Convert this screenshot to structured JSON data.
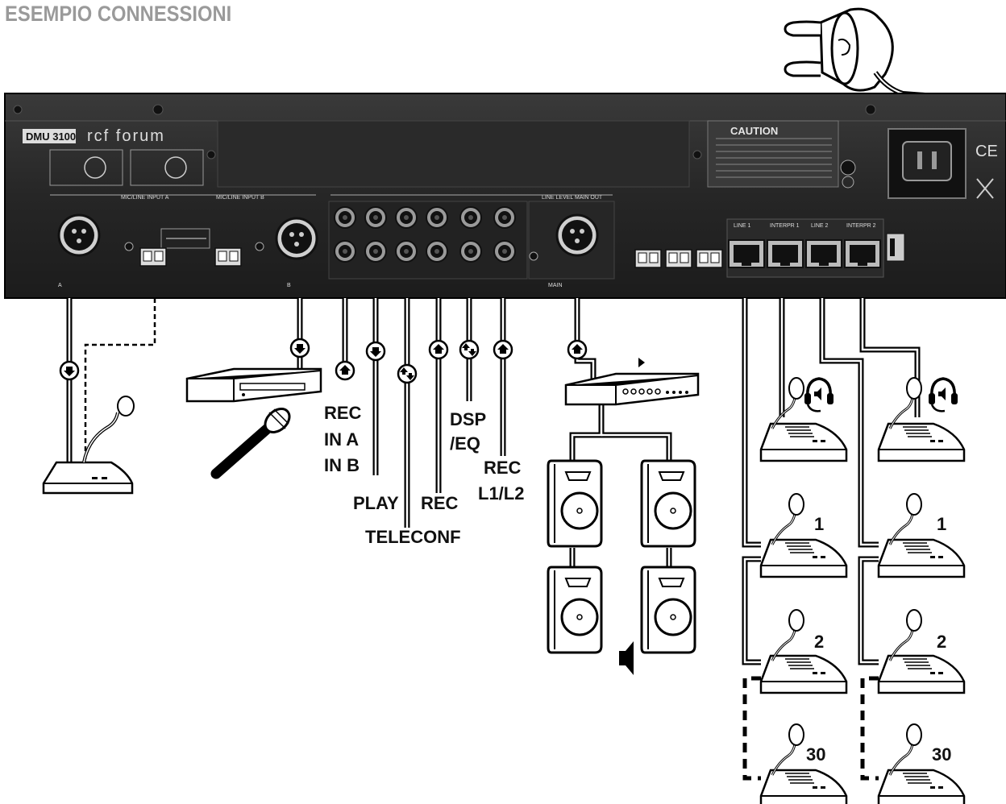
{
  "title": "ESEMPIO CONNESSIONI",
  "panel": {
    "model": "DMU 3100",
    "brand": "rcf forum",
    "caution": "CAUTION",
    "mic_line_input_a": "MIC/LINE INPUT A",
    "mic_line_input_b": "MIC/LINE INPUT B",
    "input_a_letter": "A",
    "input_b_letter": "B",
    "line_level_main_out": "LINE LEVEL MAIN OUT",
    "main": "MAIN",
    "line1": "LINE 1",
    "interpr1": "INTERPR 1",
    "line2": "LINE 2",
    "interpr2": "INTERPR 2",
    "ce_mark": "CE"
  },
  "labels": {
    "rec_in": "REC\nIN A\nIN B",
    "play": "PLAY",
    "teleconf": "TELECONF",
    "rec": "REC",
    "dsp": "DSP\n/EQ",
    "rec_l": "REC\nL1/L2"
  },
  "units": {
    "left": [
      "1",
      "2",
      "30"
    ],
    "right": [
      "1",
      "2",
      "30"
    ]
  }
}
